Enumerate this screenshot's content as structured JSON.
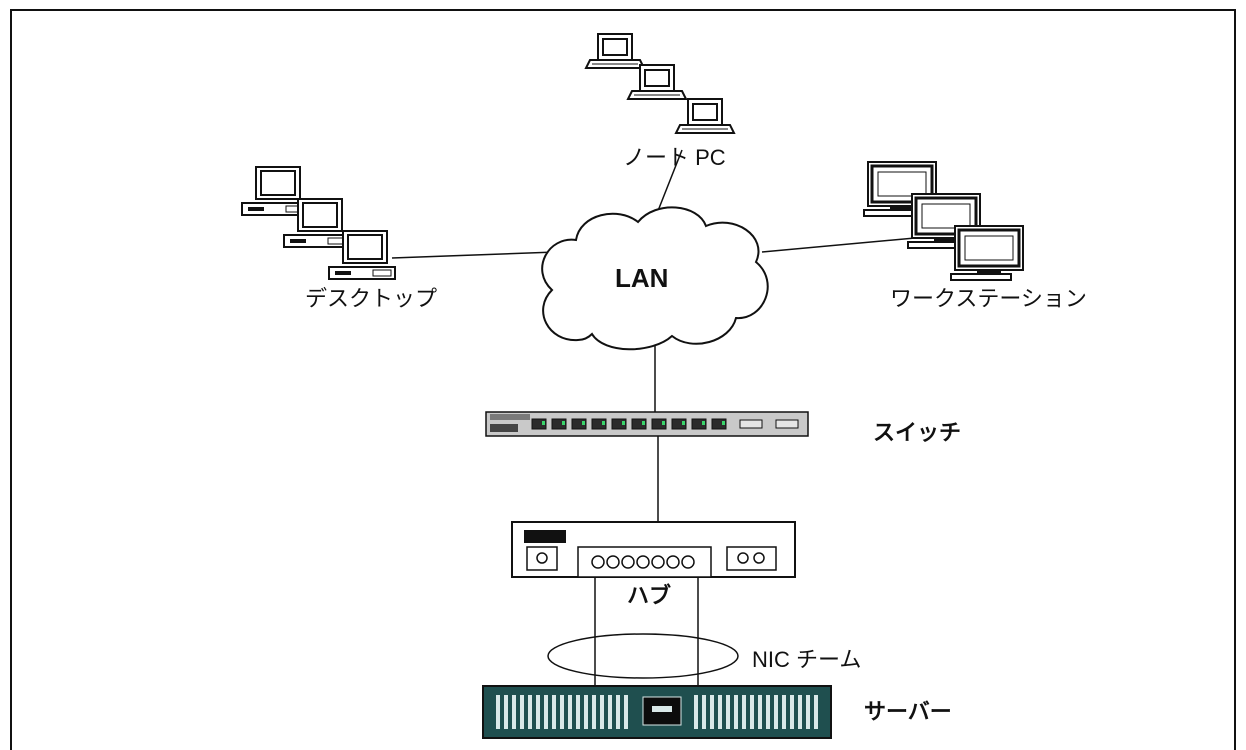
{
  "labels": {
    "notebook": "ノート PC",
    "desktop": "デスクトップ",
    "workstation": "ワークステーション",
    "lan": "LAN",
    "switch": "スイッチ",
    "hub": "ハブ",
    "nic_team": "NIC チーム",
    "server": "サーバー"
  },
  "colors": {
    "line": "#111111",
    "switch_body": "#c9c9c9",
    "switch_led": "#39d36a",
    "server_body": "#1f4f4f",
    "server_slot": "#d9e8e8",
    "screen": "#ffffff"
  }
}
